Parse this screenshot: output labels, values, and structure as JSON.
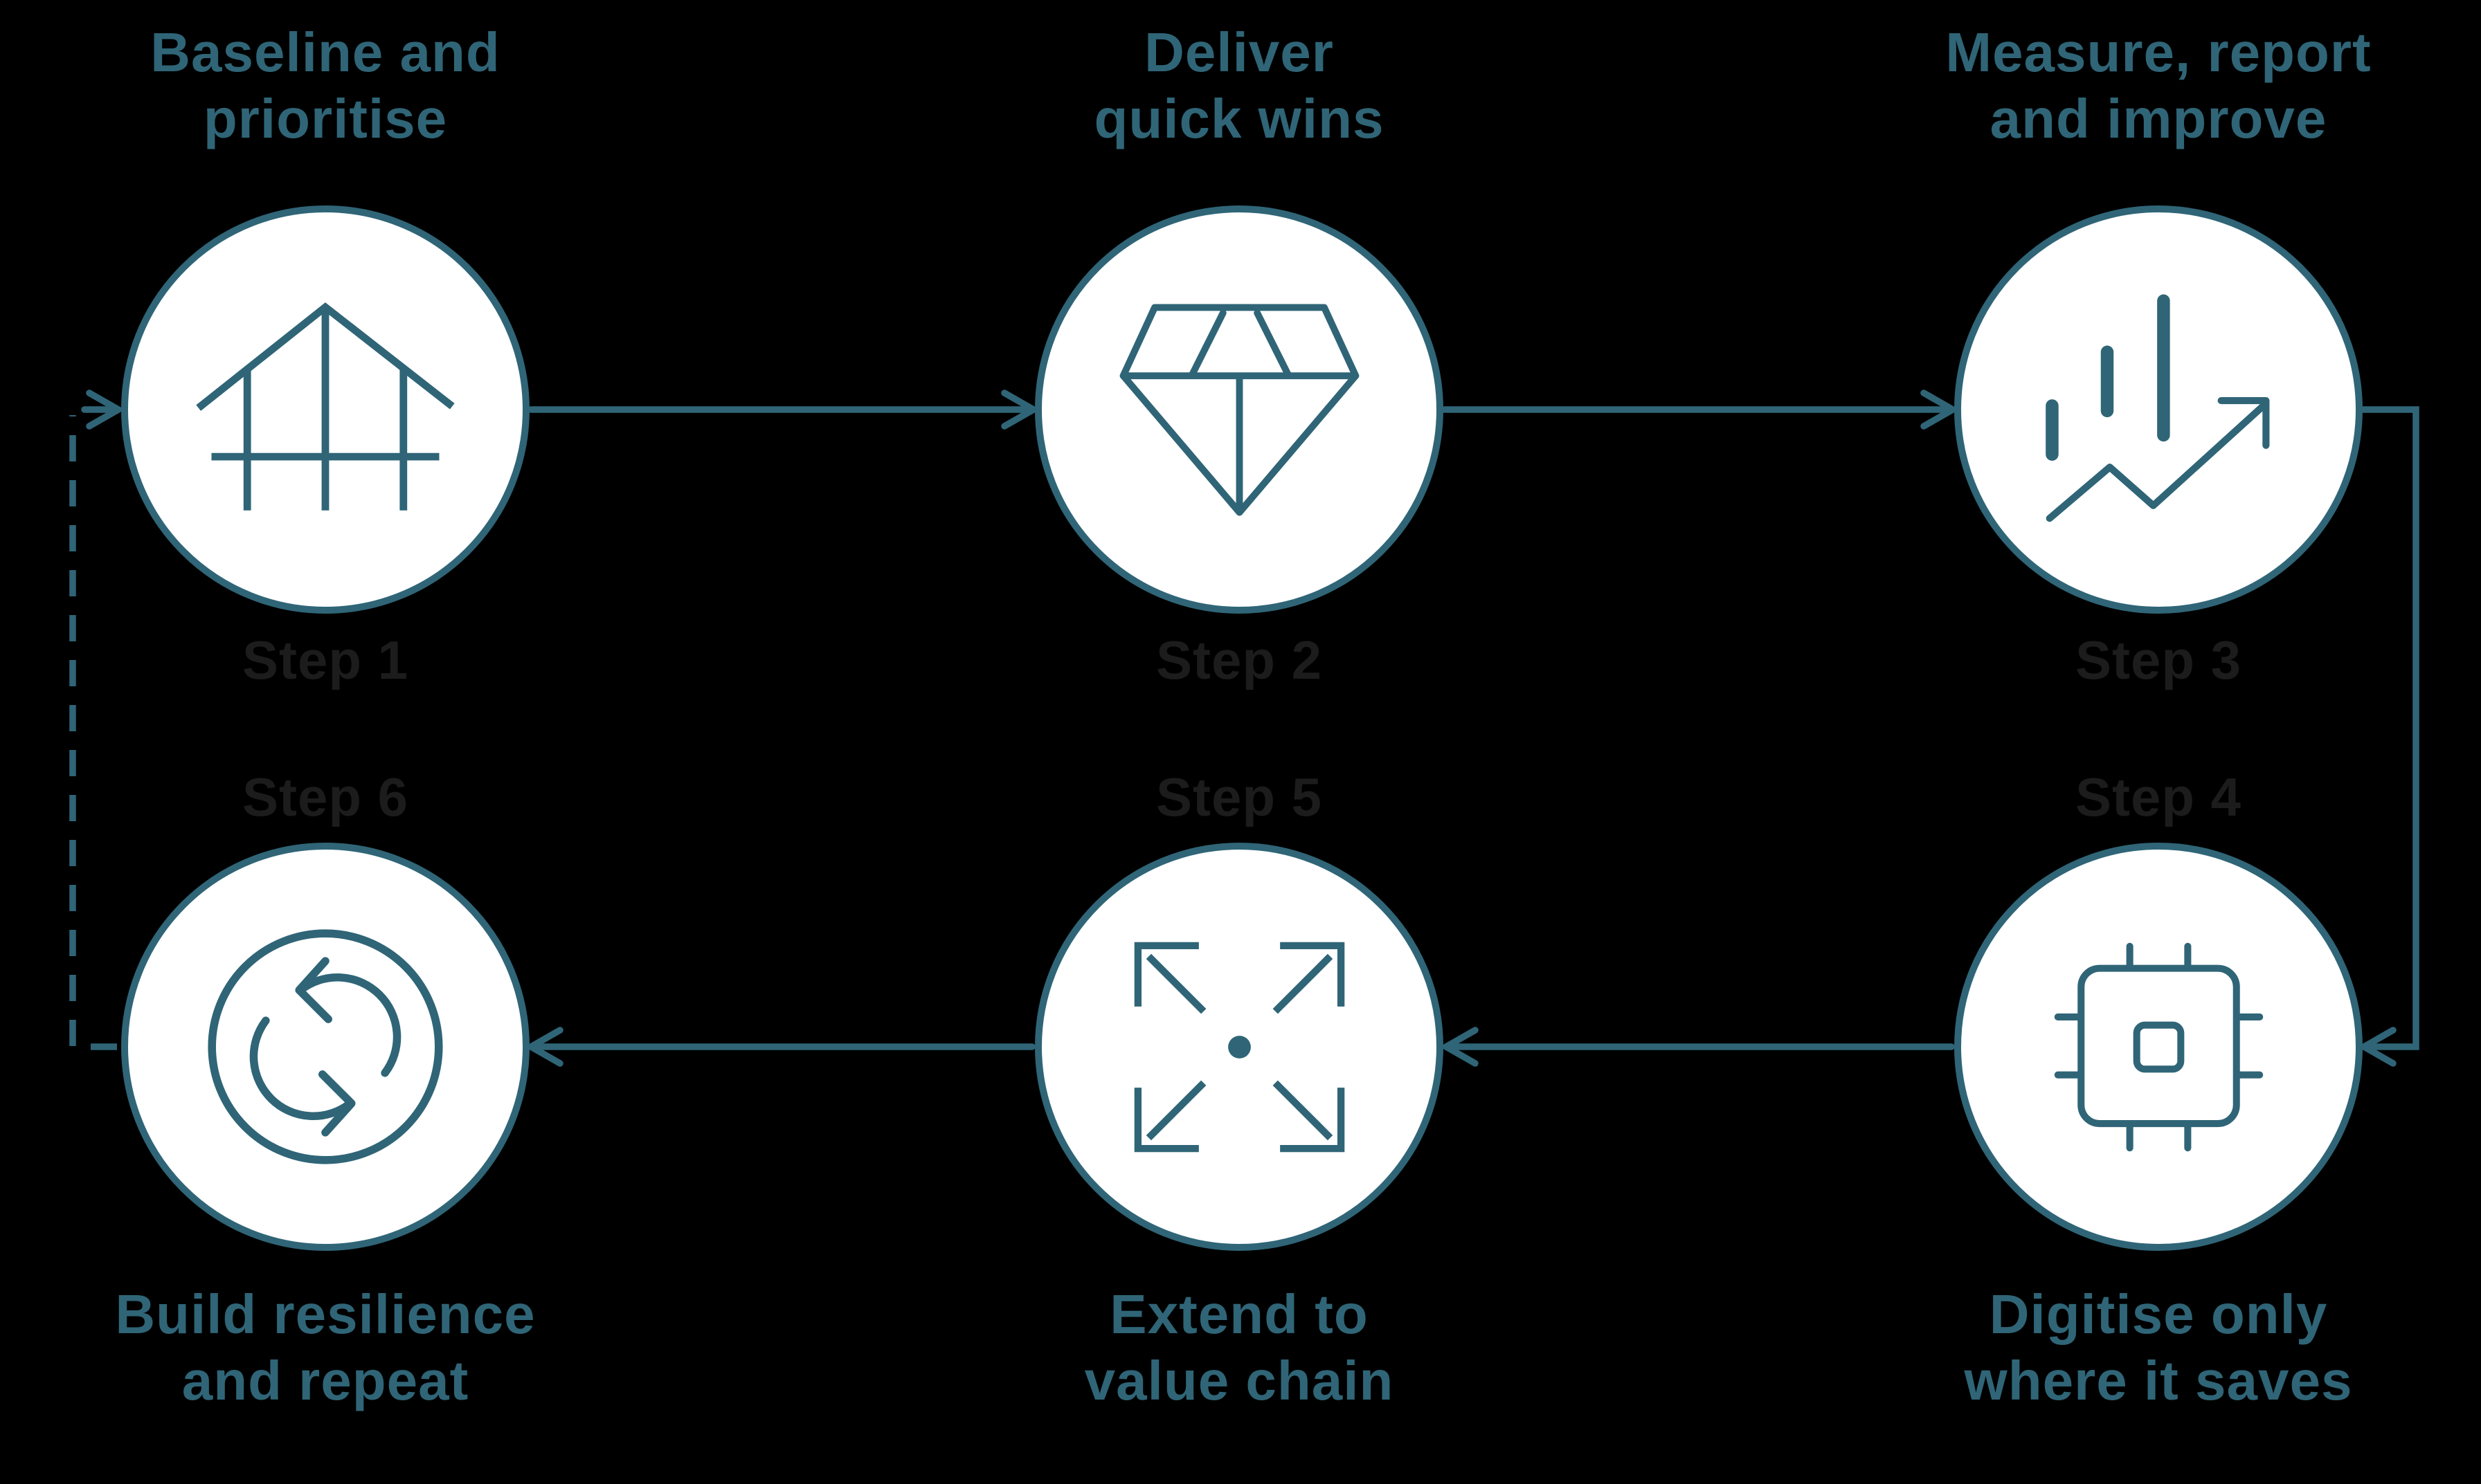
{
  "canvas": {
    "background_color": "#000000",
    "accent_color": "#2F6577",
    "circle_fill_color": "#FFFFFF",
    "step_caption_color": "#1C1C1C"
  },
  "steps": [
    {
      "step_label": "Step 1",
      "title_line1": "Baseline and",
      "title_line2": "prioritise",
      "icon": "house-frame-icon"
    },
    {
      "step_label": "Step 2",
      "title_line1": "Deliver",
      "title_line2": "quick wins",
      "icon": "diamond-icon"
    },
    {
      "step_label": "Step 3",
      "title_line1": "Measure, report",
      "title_line2": "and improve",
      "icon": "growth-chart-icon"
    },
    {
      "step_label": "Step 4",
      "title_line1": "Digitise only",
      "title_line2": "where it saves",
      "icon": "cpu-chip-icon"
    },
    {
      "step_label": "Step 5",
      "title_line1": "Extend to",
      "title_line2": "value chain",
      "icon": "expand-arrows-icon"
    },
    {
      "step_label": "Step 6",
      "title_line1": "Build resilience",
      "title_line2": "and repeat",
      "icon": "refresh-cycle-icon"
    }
  ],
  "connectors": [
    {
      "from": "Step 1",
      "to": "Step 2",
      "style": "solid-arrow"
    },
    {
      "from": "Step 2",
      "to": "Step 3",
      "style": "solid-arrow"
    },
    {
      "from": "Step 3",
      "to": "Step 4",
      "style": "solid-arrow-elbow"
    },
    {
      "from": "Step 4",
      "to": "Step 5",
      "style": "solid-arrow"
    },
    {
      "from": "Step 5",
      "to": "Step 6",
      "style": "solid-arrow"
    },
    {
      "from": "Step 6",
      "to": "Step 1",
      "style": "dashed-arrow-elbow"
    }
  ]
}
